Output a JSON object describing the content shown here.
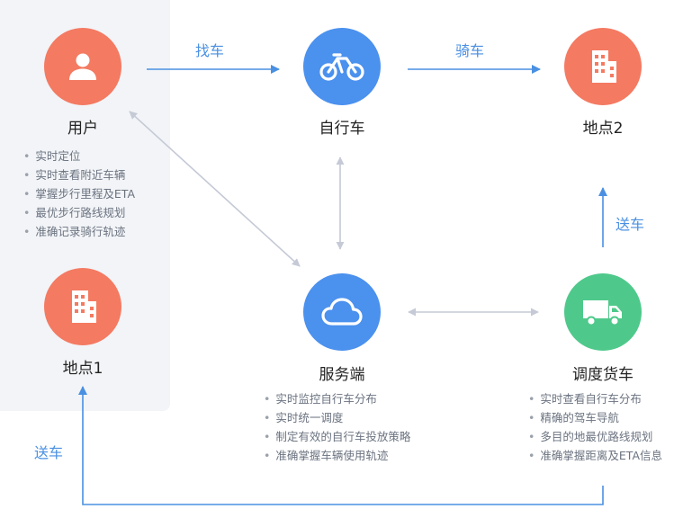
{
  "nodes": {
    "user": {
      "label": "用户",
      "icon": "user-icon",
      "color": "#f47a62"
    },
    "bike": {
      "label": "自行车",
      "icon": "bicycle-icon",
      "color": "#4b91ee"
    },
    "loc2": {
      "label": "地点2",
      "icon": "building-icon",
      "color": "#f47a62"
    },
    "loc1": {
      "label": "地点1",
      "icon": "building-icon",
      "color": "#f47a62"
    },
    "server": {
      "label": "服务端",
      "icon": "cloud-icon",
      "color": "#4b91ee"
    },
    "truck": {
      "label": "调度货车",
      "icon": "truck-icon",
      "color": "#4fc98b"
    }
  },
  "flows": {
    "find_bike": "找车",
    "ride_bike": "骑车",
    "deliver_up": "送车",
    "deliver_bottom": "送车"
  },
  "features": {
    "user": [
      "实时定位",
      "实时查看附近车辆",
      "掌握步行里程及ETA",
      "最优步行路线规划",
      "准确记录骑行轨迹"
    ],
    "server": [
      "实时监控自行车分布",
      "实时统一调度",
      "制定有效的自行车投放策略",
      "准确掌握车辆使用轨迹"
    ],
    "truck": [
      "实时查看自行车分布",
      "精确的驾车导航",
      "多目的地最优路线规划",
      "准确掌握距离及ETA信息"
    ]
  },
  "colors": {
    "flow_arrow": "#4a90e2",
    "link_arrow": "#c5cad6",
    "panel_bg": "#f2f4f7"
  }
}
